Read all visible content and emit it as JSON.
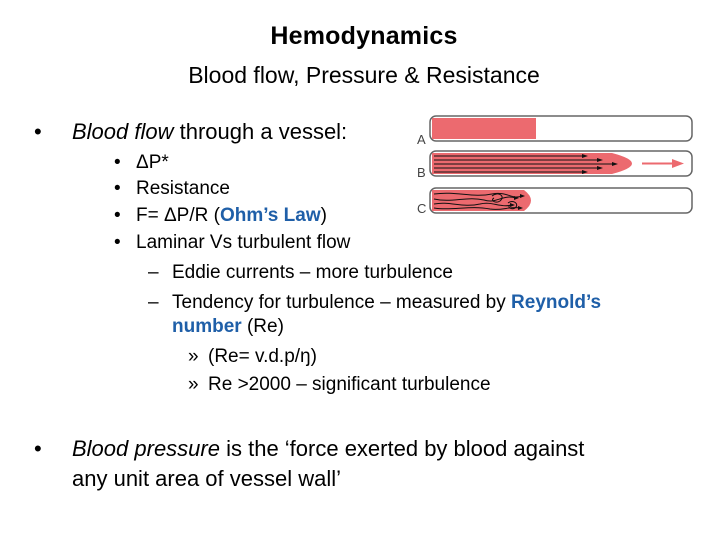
{
  "slide": {
    "title": "Hemodynamics",
    "subtitle": "Blood flow, Pressure & Resistance"
  },
  "content": {
    "b1_italic": "Blood flow",
    "b1_rest": " through a vessel:",
    "b1_items": [
      "ΔP*",
      "Resistance"
    ],
    "ohm_pre": "F= ΔP/R (",
    "ohm_link": "Ohm’s Law",
    "ohm_post": ")",
    "laminar": "Laminar Vs turbulent flow",
    "dash1": "Eddie currents – more turbulence",
    "dash2_pre": "Tendency for turbulence – measured by ",
    "reynold": "Reynold’s",
    "number": "number",
    "re_suffix": " (Re)",
    "sub1": "(Re= v.d.p/ŋ)",
    "sub2": "Re >2000 – significant turbulence",
    "b2_italic": "Blood pressure",
    "b2_rest": " is the ‘force exerted by blood against",
    "b2_line2": "any unit area of vessel wall’",
    "bullet_char": "•",
    "dash_char": "–",
    "raquo": "»"
  },
  "diagram": {
    "labels": [
      "A",
      "B",
      "C"
    ],
    "tube_color": "#ffffff",
    "fill_color": "#ec6a6f",
    "outline_color": "#555555"
  }
}
